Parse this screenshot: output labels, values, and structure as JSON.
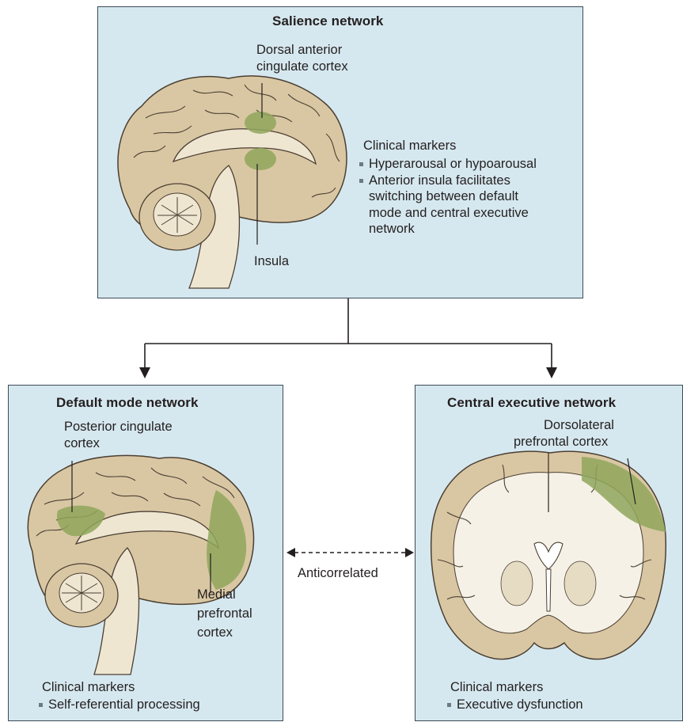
{
  "salience": {
    "title": "Salience network",
    "region_label_1": "Dorsal anterior",
    "region_label_2": "cingulate cortex",
    "insula_label": "Insula",
    "markers_title": "Clinical markers",
    "bullets": [
      [
        "Hyperarousal or hypoarousal"
      ],
      [
        "Anterior insula facilitates",
        "switching between default",
        "mode and central executive",
        "network"
      ]
    ]
  },
  "default_mode": {
    "title": "Default mode network",
    "pcc_label_1": "Posterior cingulate",
    "pcc_label_2": "cortex",
    "mpfc_label_1": "Medial",
    "mpfc_label_2": "prefrontal",
    "mpfc_label_3": "cortex",
    "markers_title": "Clinical markers",
    "bullets": [
      "Self-referential processing"
    ]
  },
  "central_executive": {
    "title": "Central executive network",
    "dlpfc_label_1": "Dorsolateral",
    "dlpfc_label_2": "prefrontal cortex",
    "markers_title": "Clinical markers",
    "bullets": [
      "Executive dysfunction"
    ]
  },
  "anticorrelated_label": "Anticorrelated",
  "colors": {
    "panel_bg": "#d6e8ef",
    "brain_tan": "#d9c7a3",
    "brain_light": "#efe6d2",
    "highlight_green": "#8fa65c",
    "outline": "#4b3f33"
  }
}
